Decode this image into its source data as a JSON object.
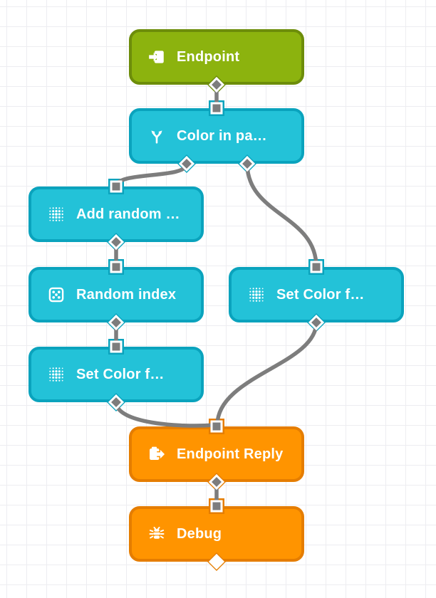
{
  "app": {
    "name": "flow-editor-canvas"
  },
  "palette": {
    "green": "#8cb30e",
    "green_b": "#6d8d0a",
    "cyan": "#23c2d8",
    "cyan_b": "#0aa3bd",
    "orange": "#ff9400",
    "orange_b": "#e57d00",
    "wire": "#7d7d7d",
    "grid": "#ededf1",
    "port_handle_fill": "#7d7d7d",
    "port_handle_border": "#ffffff",
    "unconnected_port_fill": "#ffffff",
    "label_color": "#ffffff"
  },
  "nodes": [
    {
      "id": "endpoint",
      "label": "Endpoint",
      "color": "green",
      "icon": "import-icon"
    },
    {
      "id": "color-switch",
      "label": "Color in pa…",
      "color": "cyan",
      "icon": "fork-icon"
    },
    {
      "id": "add-random",
      "label": "Add random …",
      "color": "cyan",
      "icon": "dots-icon"
    },
    {
      "id": "random-index",
      "label": "Random index",
      "color": "cyan",
      "icon": "die-icon"
    },
    {
      "id": "set-color-left",
      "label": "Set Color f…",
      "color": "cyan",
      "icon": "dots-icon"
    },
    {
      "id": "set-color-right",
      "label": "Set Color f…",
      "color": "cyan",
      "icon": "dots-icon"
    },
    {
      "id": "endpoint-reply",
      "label": "Endpoint Reply",
      "color": "orange",
      "icon": "export-icon"
    },
    {
      "id": "debug",
      "label": "Debug",
      "color": "orange",
      "icon": "bug-icon"
    }
  ],
  "connections": [
    {
      "from": "endpoint",
      "to": "color-switch"
    },
    {
      "from": "color-switch",
      "to": "add-random"
    },
    {
      "from": "color-switch",
      "to": "set-color-right"
    },
    {
      "from": "add-random",
      "to": "random-index"
    },
    {
      "from": "random-index",
      "to": "set-color-left"
    },
    {
      "from": "set-color-left",
      "to": "endpoint-reply"
    },
    {
      "from": "set-color-right",
      "to": "endpoint-reply"
    },
    {
      "from": "endpoint-reply",
      "to": "debug"
    }
  ]
}
